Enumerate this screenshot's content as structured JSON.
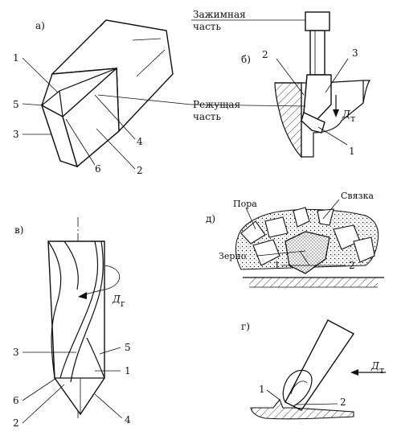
{
  "panels": {
    "a": "а)",
    "b": "б)",
    "v": "в)",
    "d": "д)",
    "g": "г)"
  },
  "labels": {
    "clamping_part_1": "Зажимная",
    "clamping_part_2": "часть",
    "cutting_part_1": "Режущая",
    "cutting_part_2": "часть",
    "pore": "Пора",
    "bond": "Связка",
    "grain": "Зерно",
    "feed_main": "Д",
    "feed_sub": "г",
    "feed_sub_t": "т"
  },
  "numbers": {
    "n1": "1",
    "n2": "2",
    "n3": "3",
    "n4": "4",
    "n5": "5",
    "n6": "6"
  }
}
